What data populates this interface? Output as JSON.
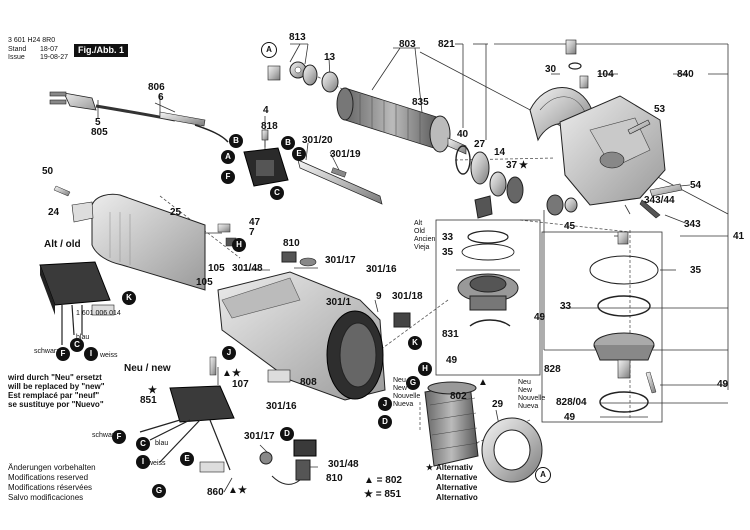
{
  "header": {
    "doc_number": "3 601 H24 8R0",
    "stand_label": "Stand",
    "issue_label": "Issue",
    "date1": "18-07",
    "date2": "19-08-27",
    "figure_label": "Fig./Abb. 1"
  },
  "parts": {
    "p813": "813",
    "p13": "13",
    "p803": "803",
    "p821": "821",
    "p30": "30",
    "p104": "104",
    "p840": "840",
    "p806": "806",
    "p6": "6",
    "p5": "5",
    "p805": "805",
    "p4": "4",
    "p818": "818",
    "p301_20": "301/20",
    "p301_19": "301/19",
    "p835": "835",
    "p40": "40",
    "p27": "27",
    "p14": "14",
    "p37": "37",
    "p53": "53",
    "p50": "50",
    "p24": "24",
    "p25": "25",
    "p47": "47",
    "p7": "7",
    "p810a": "810",
    "p301_48a": "301/48",
    "p301_17a": "301/17",
    "p301_16a": "301/16",
    "p105a": "105",
    "p105b": "105",
    "p301_1": "301/1",
    "p9": "9",
    "p301_18": "301/18",
    "p33a": "33",
    "p35a": "35",
    "p49a": "49",
    "p831": "831",
    "p49b": "49",
    "p45": "45",
    "p343_44": "343/44",
    "p54": "54",
    "p343": "343",
    "p41": "41",
    "p35b": "35",
    "p33b": "33",
    "p828": "828",
    "p828_04": "828/04",
    "p49c": "49",
    "p49d": "49",
    "p1601": "1 601 006 014",
    "p851": "851",
    "p107": "107",
    "p808": "808",
    "p802": "802",
    "p29": "29",
    "p301_16b": "301/16",
    "p301_17b": "301/17",
    "p301_48b": "301/48",
    "p810b": "810",
    "p860": "860"
  },
  "letters": {
    "A": "A",
    "B": "B",
    "C": "C",
    "D": "D",
    "E": "E",
    "F": "F",
    "G": "G",
    "H": "H",
    "I": "I",
    "J": "J",
    "K": "K"
  },
  "labels": {
    "alt_old": "Alt / old",
    "neu_new": "Neu / new",
    "schwarz": "schwarz",
    "blau": "blau",
    "weiss": "weiss",
    "alt_block": "Alt\nOld\nAncien\nVieja",
    "neu_block": "Neu\nNew\nNouvelle\nNueva",
    "replaced_note": "wird durch \"Neu\" ersetzt\nwill be replaced by \"new\"\nEst remplacé par \"neuf\"\nse sustituye por \"Nuevo\"",
    "changes_note": "Änderungen vorbehalten\nModifications reserved\nModifications réservées\nSalvo modificaciones",
    "alternativ_note": "Alternativ\nAlternative\nAlternative\nAlternativo",
    "legend_tri": "▲ = 802",
    "legend_star": "★ = 851",
    "star": "★",
    "triangle": "▲"
  }
}
